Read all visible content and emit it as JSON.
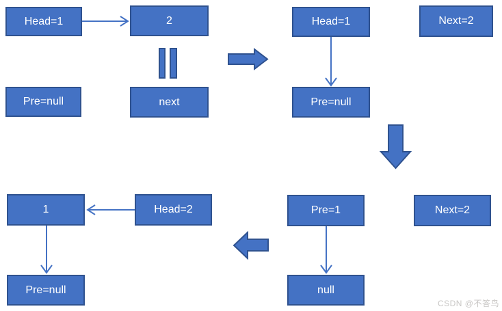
{
  "colors": {
    "box_fill": "#4472C4",
    "box_border": "#2F528F",
    "box_text": "#FFFFFF",
    "connector": "#4472C4",
    "watermark": "#C8C6C4"
  },
  "boxes": {
    "s1_head": "Head=1",
    "s1_node2": "2",
    "s1_pre": "Pre=null",
    "s1_next": "next",
    "s2_head": "Head=1",
    "s2_next": "Next=2",
    "s2_pre": "Pre=null",
    "s3_pre": "Pre=1",
    "s3_next": "Next=2",
    "s3_null": "null",
    "s4_node1": "1",
    "s4_head": "Head=2",
    "s4_pre": "Pre=null"
  },
  "watermark": "CSDN @不答鸟"
}
